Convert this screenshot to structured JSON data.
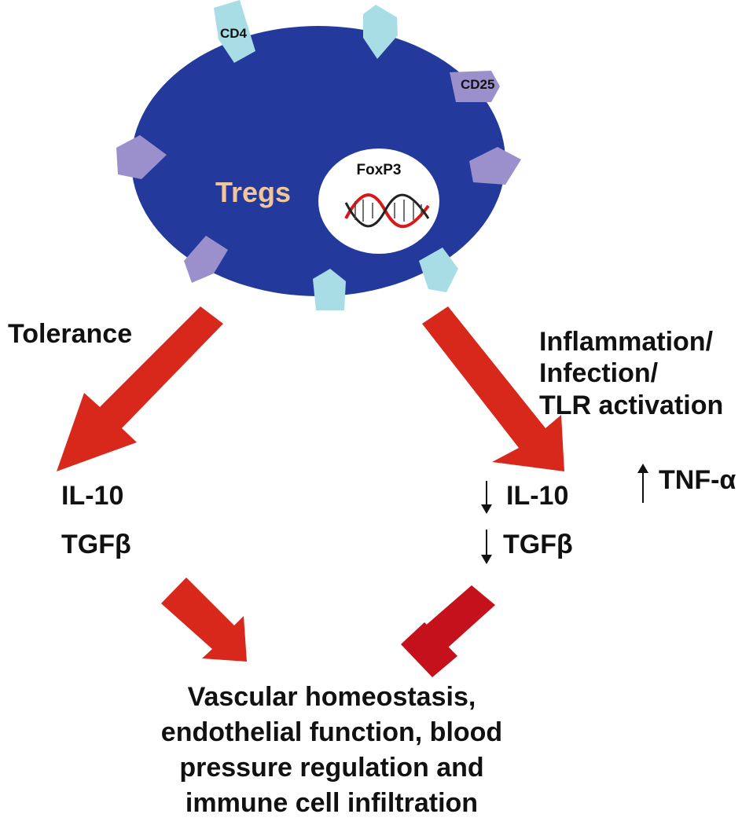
{
  "cell": {
    "name": "Tregs",
    "nucleus_label": "FoxP3",
    "receptors": [
      "CD4",
      "CD25"
    ]
  },
  "pathways": {
    "left": {
      "label": "Tolerance",
      "cytokines": [
        "IL-10",
        "TGFβ"
      ]
    },
    "right": {
      "label_lines": [
        "Inflammation/",
        "Infection/",
        "TLR activation"
      ],
      "cytokines": [
        "IL-10",
        "TGFβ"
      ],
      "upregulated": "TNF-α"
    }
  },
  "outcome": {
    "lines": [
      "Vascular homeostasis,",
      "endothelial function, blood",
      "pressure regulation and",
      "immune cell infiltration"
    ]
  },
  "colors": {
    "cell": "#233a9c",
    "nucleus": "#ffffff",
    "receptor_cd4": "#a9dde6",
    "receptor_cd25": "#9b90cc",
    "arrow": "#d8281c",
    "inhibition": "#c4111b",
    "tregs_text": "#f2c69b"
  }
}
